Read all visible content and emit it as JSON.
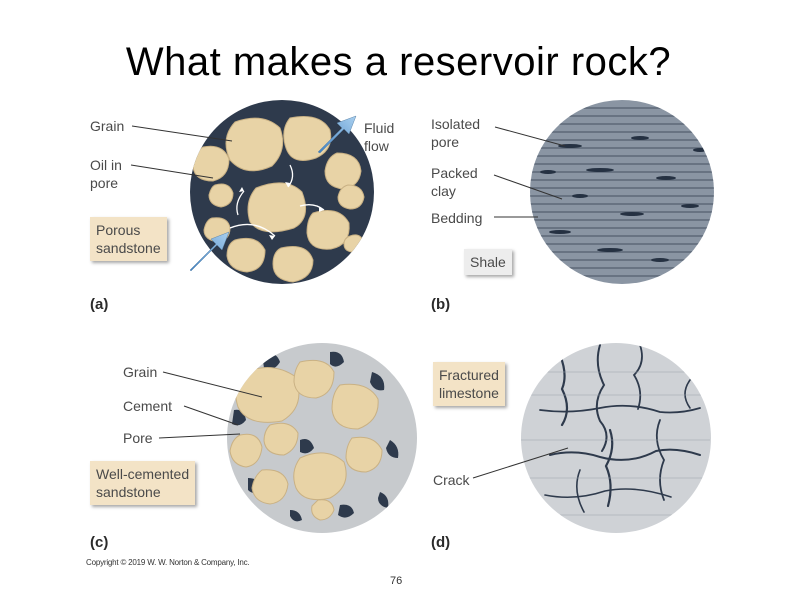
{
  "slide": {
    "title": "What makes a reservoir rock?",
    "page_number": "76",
    "copyright": "Copyright © 2019 W. W. Norton & Company, Inc."
  },
  "panels": {
    "a": {
      "letter": "(a)",
      "labels": {
        "grain": "Grain",
        "oil_in_pore": "Oil in\npore",
        "fluid_flow": "Fluid\nflow"
      },
      "tag": "Porous\nsandstone"
    },
    "b": {
      "letter": "(b)",
      "labels": {
        "isolated_pore": "Isolated\npore",
        "packed_clay": "Packed\nclay",
        "bedding": "Bedding"
      },
      "tag": "Shale"
    },
    "c": {
      "letter": "(c)",
      "labels": {
        "grain": "Grain",
        "cement": "Cement",
        "pore": "Pore"
      },
      "tag": "Well-cemented\nsandstone"
    },
    "d": {
      "letter": "(d)",
      "labels": {
        "crack": "Crack"
      },
      "tag": "Fractured\nlimestone"
    }
  },
  "colors": {
    "grain": "#e8d3a6",
    "oil": "#2e3a4c",
    "cement": "#c7cacd",
    "shale": "#7f8a97",
    "limestone": "#cfd2d6",
    "arrow": "#6fa8dc",
    "tag": "#f3e3c6"
  }
}
